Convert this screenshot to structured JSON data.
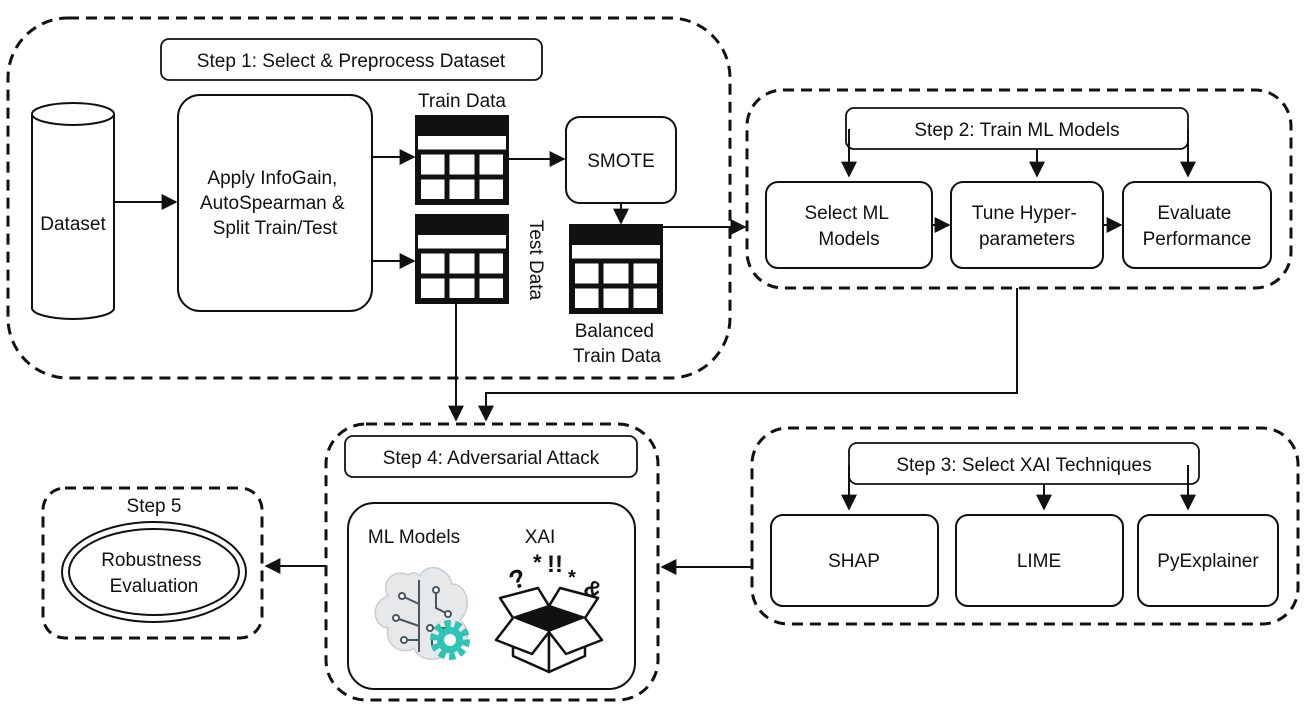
{
  "steps": {
    "step1": {
      "title": "Step 1: Select & Preprocess Dataset"
    },
    "step2": {
      "title": "Step 2: Train ML Models"
    },
    "step3": {
      "title": "Step 3: Select XAI Techniques"
    },
    "step4": {
      "title": "Step 4: Adversarial Attack"
    },
    "step5": {
      "title": "Step 5"
    }
  },
  "nodes": {
    "dataset": "Dataset",
    "preprocess": [
      "Apply InfoGain,",
      "AutoSpearman &",
      "Split Train/Test"
    ],
    "train_data": "Train Data",
    "test_data": "Test Data",
    "smote": "SMOTE",
    "balanced": [
      "Balanced",
      "Train Data"
    ],
    "select_ml": [
      "Select ML",
      "Models"
    ],
    "tune": [
      "Tune Hyper-",
      "parameters"
    ],
    "evaluate": [
      "Evaluate",
      "Performance"
    ],
    "shap": "SHAP",
    "lime": "LIME",
    "pyexplainer": "PyExplainer",
    "ml_models": "ML Models",
    "xai": "XAI",
    "robustness": [
      "Robustness",
      "Evaluation"
    ],
    "xai_symbols": [
      "?",
      "*",
      "!!",
      "*",
      "&"
    ]
  },
  "colors": {
    "stroke": "#111111",
    "gear": "#2ec4b6",
    "brain_fill": "#e6e8ea",
    "brain_circuit": "#4a5560"
  },
  "icons": [
    "database-icon",
    "table-icon",
    "brain-icon",
    "gear-icon",
    "open-box-icon"
  ]
}
